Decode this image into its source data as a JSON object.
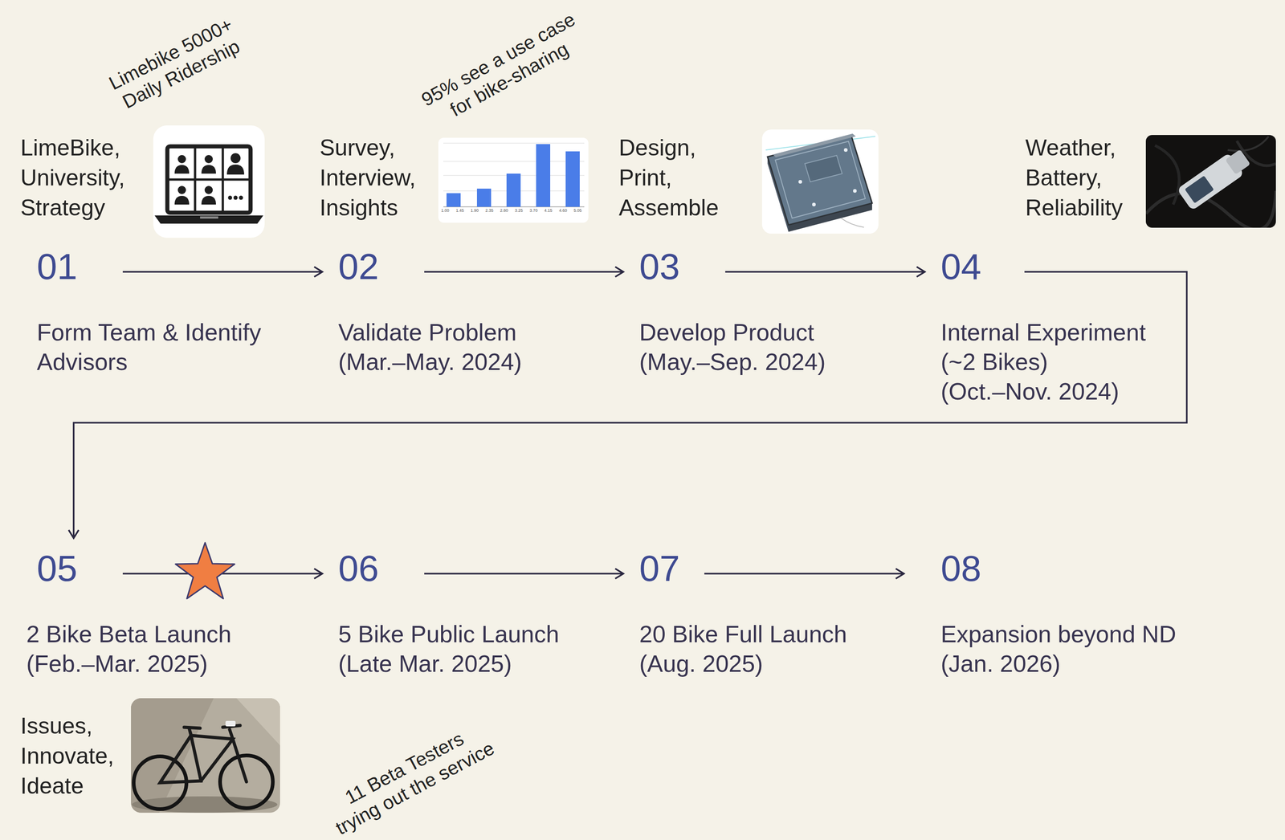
{
  "diagram": {
    "nodes": [
      {
        "text": [
          "01",
          "Form Team & Identify Advisors"
        ]
      },
      {
        "text": [
          "02",
          "Validate Problem",
          "(Mar.–May. 2024)"
        ]
      },
      {
        "text": [
          "03",
          "Develop Product",
          "(May.–Sep. 2024)"
        ]
      },
      {
        "text": [
          "04",
          "Internal Experiment",
          "(~2 Bikes)",
          "(Oct.–Nov. 2024)"
        ]
      },
      {
        "text": [
          "05",
          "2 Bike Beta Launch",
          "(Feb.–Mar. 2025)"
        ]
      },
      {
        "text": [
          "06",
          "5 Bike Public Launch",
          "(Late Mar. 2025)"
        ]
      },
      {
        "text": [
          "07",
          "20 Bike Full Launch",
          "(Aug. 2025)"
        ]
      },
      {
        "text": [
          "08",
          "Expansion beyond ND",
          "(Jan. 2026)"
        ]
      }
    ],
    "edges": [
      {
        "from": 0,
        "to": 1,
        "arrow": "to"
      },
      {
        "from": 1,
        "to": 2,
        "arrow": "to"
      },
      {
        "from": 2,
        "to": 3,
        "arrow": "to"
      },
      {
        "from": 3,
        "to": 4,
        "arrow": "to"
      },
      {
        "from": 4,
        "to": 5,
        "arrow": "to"
      },
      {
        "from": 5,
        "to": 6,
        "arrow": "to"
      },
      {
        "from": 6,
        "to": 7,
        "arrow": "to"
      }
    ],
    "labels": [
      "Limebike 5000+ Daily Ridership",
      "LimeBike, University, Strategy",
      "95% see a use case for bike-sharing",
      "Survey, Interview, Insights",
      "Design, Print, Assemble",
      "Weather, Battery, Reliability",
      "Issues, Innovate, Ideate",
      "11 Beta Testers trying out the service",
      "1.00",
      "1.45",
      "1.90",
      "2.35",
      "2.80",
      "3.25",
      "3.70",
      "4.15",
      "4.60",
      "5.05"
    ]
  }
}
